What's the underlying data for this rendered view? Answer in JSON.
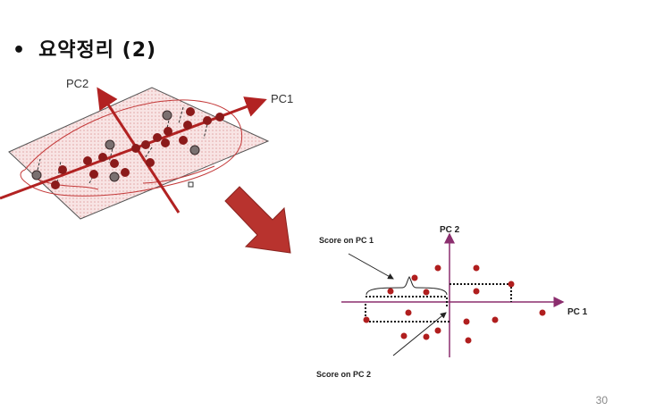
{
  "slide": {
    "title_bullet": "•",
    "title": "요약정리 (2)",
    "page_number": "30"
  },
  "left_figure": {
    "axis_pc1_label": "PC1",
    "axis_pc2_label": "PC2",
    "colors": {
      "axis": "#b22222",
      "point_red": "#8b1a1a",
      "point_gray": "#7a7070",
      "plane_fill": "#f6d9d9",
      "plane_edge": "#555555"
    }
  },
  "arrow": {
    "color": "#b8332e"
  },
  "right_figure": {
    "axis_pc1_label": "PC 1",
    "axis_pc2_label": "PC 2",
    "annotation_pc1": "Score on PC 1",
    "annotation_pc2": "Score on PC 2",
    "colors": {
      "axis": "#8b2e6e",
      "point": "#b01e1e",
      "dotted": "#111111"
    }
  }
}
